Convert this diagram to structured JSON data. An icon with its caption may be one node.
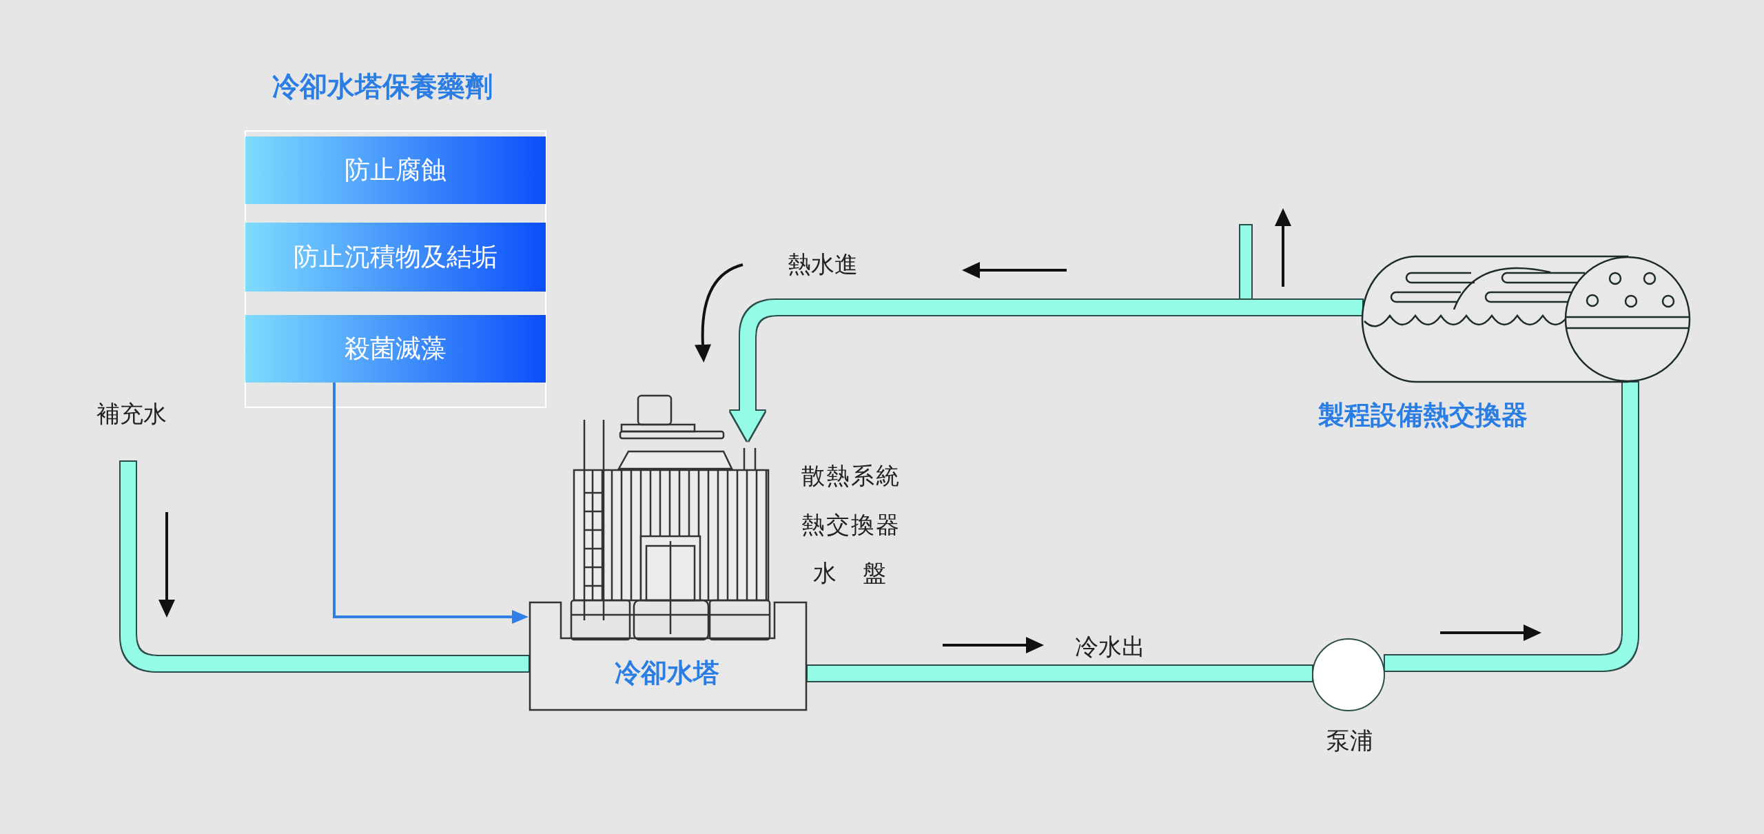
{
  "diagram": {
    "title": "冷卻水塔保養藥劑",
    "nodes": [
      {
        "text": [
          "防止腐蝕"
        ]
      },
      {
        "text": [
          "防止沉積物及結垢"
        ]
      },
      {
        "text": [
          "殺菌滅藻"
        ]
      },
      {
        "text": [
          "冷卻水塔"
        ],
        "beside": [
          "散熱系統",
          "熱交換器",
          "水　盤"
        ]
      },
      {
        "text": [
          "製程設備熱交換器"
        ]
      },
      {
        "text": [
          "泵浦"
        ]
      }
    ],
    "edges": [
      {
        "from": 2,
        "to": 3,
        "arrow": "to",
        "color": "#2f7fe6"
      },
      {
        "from": null,
        "to": 3,
        "arrow": "none",
        "label": "補充水"
      },
      {
        "from": 3,
        "to": 5,
        "arrow": "none",
        "label": "冷水出"
      },
      {
        "from": 5,
        "to": 4,
        "arrow": "none"
      },
      {
        "from": 4,
        "to": 3,
        "arrow": "to",
        "label": "熱水進"
      }
    ]
  }
}
